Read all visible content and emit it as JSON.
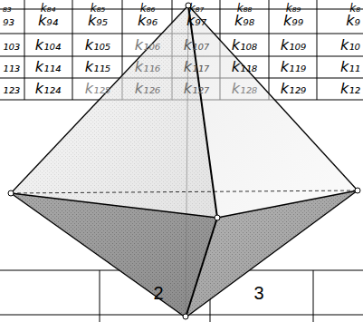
{
  "diagram": {
    "labels": [
      "₈₃",
      "k₈₄",
      "k₈₅",
      "k₈₆",
      "k₈₇",
      "k₈₈",
      "k₈₉",
      "k₈",
      "₉₃",
      "k₉₄",
      "k₉₅",
      "k₉₆",
      "k₉₇",
      "k₉₈",
      "k₉₉",
      "k₉",
      "₁₀₃",
      "k₁₀₄",
      "k₁₀₅",
      "k₁₀₆",
      "k₁₀₇",
      "k₁₀₈",
      "k₁₀₉",
      "k₁₀",
      "₁₁₃",
      "k₁₁₄",
      "k₁₁₅",
      "k₁₁₆",
      "k₁₁₇",
      "k₁₁₈",
      "k₁₁₉",
      "k₁₁",
      "₁₂₃",
      "k₁₂₄",
      "k₁₂₅",
      "k₁₂₆",
      "k₁₂₇",
      "k₁₂₈",
      "k₁₂₉",
      "k₁₂",
      "2",
      "3"
    ]
  }
}
